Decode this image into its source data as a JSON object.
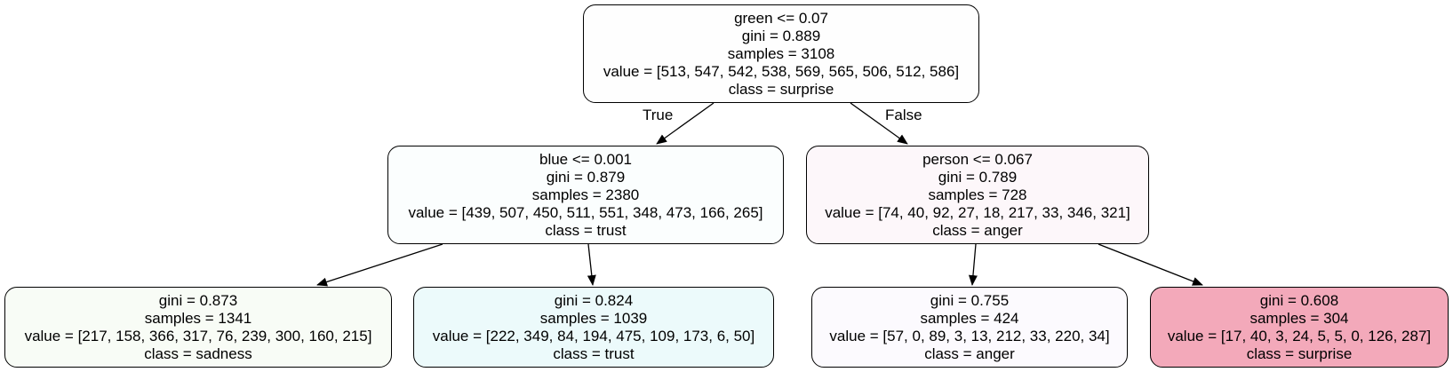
{
  "tree": {
    "edge_labels": {
      "true": "True",
      "false": "False"
    },
    "nodes": [
      {
        "id": "n0",
        "split": "green <= 0.07",
        "gini": "gini = 0.889",
        "samples": "samples = 3108",
        "value": "value = [513, 547, 542, 538, 569, 565, 506, 512, 586]",
        "class": "class = surprise",
        "fill": "#fefefe"
      },
      {
        "id": "n1",
        "split": "blue <= 0.001",
        "gini": "gini = 0.879",
        "samples": "samples = 2380",
        "value": "value = [439, 507, 450, 511, 551, 348, 473, 166, 265]",
        "class": "class = trust",
        "fill": "#fbfefe"
      },
      {
        "id": "n2",
        "split": "",
        "gini": "gini = 0.873",
        "samples": "samples = 1341",
        "value": "value = [217, 158, 366, 317, 76, 239, 300, 160, 215]",
        "class": "class = sadness",
        "fill": "#f8fcf6"
      },
      {
        "id": "n3",
        "split": "",
        "gini": "gini = 0.824",
        "samples": "samples = 1039",
        "value": "value = [222, 349, 84, 194, 475, 109, 173, 6, 50]",
        "class": "class = trust",
        "fill": "#ecfafb"
      },
      {
        "id": "n4",
        "split": "person <= 0.067",
        "gini": "gini = 0.789",
        "samples": "samples = 728",
        "value": "value = [74, 40, 92, 27, 18, 217, 33, 346, 321]",
        "class": "class = anger",
        "fill": "#fdf7fa"
      },
      {
        "id": "n5",
        "split": "",
        "gini": "gini = 0.755",
        "samples": "samples = 424",
        "value": "value = [57, 0, 89, 3, 13, 212, 33, 220, 34]",
        "class": "class = anger",
        "fill": "#fcfafe"
      },
      {
        "id": "n6",
        "split": "",
        "gini": "gini = 0.608",
        "samples": "samples = 304",
        "value": "value = [17, 40, 3, 24, 5, 5, 0, 126, 287]",
        "class": "class = surprise",
        "fill": "#f3a9ba"
      }
    ],
    "edges": [
      {
        "from": "n0",
        "to": "n1"
      },
      {
        "from": "n0",
        "to": "n4"
      },
      {
        "from": "n1",
        "to": "n2"
      },
      {
        "from": "n1",
        "to": "n3"
      },
      {
        "from": "n4",
        "to": "n5"
      },
      {
        "from": "n4",
        "to": "n6"
      }
    ]
  }
}
